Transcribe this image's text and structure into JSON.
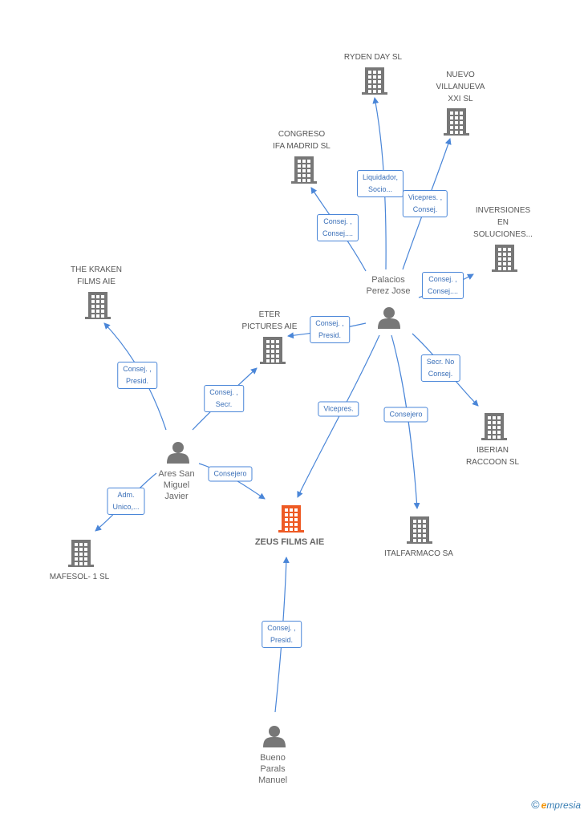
{
  "colors": {
    "edge": "#4a86d8",
    "building": "#777777",
    "building_main": "#ee5a24",
    "person": "#777777"
  },
  "companies": [
    {
      "id": "ryden",
      "name": "RYDEN DAY SL"
    },
    {
      "id": "nuevo",
      "name": "NUEVO\nVILLANUEVA\nXXI  SL"
    },
    {
      "id": "congreso",
      "name": "CONGRESO\nIFA MADRID SL"
    },
    {
      "id": "inversiones",
      "name": "INVERSIONES\nEN\nSOLUCIONES..."
    },
    {
      "id": "kraken",
      "name": "THE KRAKEN\nFILMS AIE"
    },
    {
      "id": "eter",
      "name": "ETER\nPICTURES AIE"
    },
    {
      "id": "iberian",
      "name": "IBERIAN\nRACCOON SL"
    },
    {
      "id": "zeus",
      "name": "ZEUS FILMS AIE"
    },
    {
      "id": "italfarmaco",
      "name": "ITALFARMACO SA"
    },
    {
      "id": "mafesol",
      "name": "MAFESOL- 1 SL"
    }
  ],
  "people": [
    {
      "id": "palacios",
      "name": "Palacios\nPerez Jose"
    },
    {
      "id": "ares",
      "name": "Ares San\nMiguel\nJavier"
    },
    {
      "id": "bueno",
      "name": "Bueno\nParals\nManuel"
    }
  ],
  "edges": [
    {
      "from": "palacios",
      "to": "ryden",
      "label": "Liquidador,\nSocio..."
    },
    {
      "from": "palacios",
      "to": "nuevo",
      "label": "Vicepres. ,\nConsej."
    },
    {
      "from": "palacios",
      "to": "congreso",
      "label": "Consej. ,\nConsej...."
    },
    {
      "from": "palacios",
      "to": "inversiones",
      "label": "Consej. ,\nConsej...."
    },
    {
      "from": "palacios",
      "to": "eter",
      "label": "Consej. ,\nPresid."
    },
    {
      "from": "palacios",
      "to": "iberian",
      "label": "Secr.  No\nConsej."
    },
    {
      "from": "palacios",
      "to": "zeus",
      "label": "Vicepres."
    },
    {
      "from": "palacios",
      "to": "italfarmaco",
      "label": "Consejero"
    },
    {
      "from": "ares",
      "to": "kraken",
      "label": "Consej. ,\nPresid."
    },
    {
      "from": "ares",
      "to": "eter",
      "label": "Consej. ,\nSecr."
    },
    {
      "from": "ares",
      "to": "zeus",
      "label": "Consejero"
    },
    {
      "from": "ares",
      "to": "mafesol",
      "label": "Adm.\nUnico,..."
    },
    {
      "from": "bueno",
      "to": "zeus",
      "label": "Consej. ,\nPresid."
    }
  ],
  "footer": {
    "copyright": "©",
    "brand_first": "e",
    "brand_rest": "mpresia"
  }
}
